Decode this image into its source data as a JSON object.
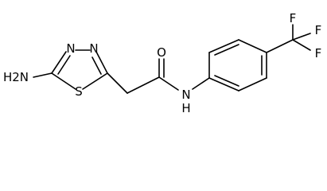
{
  "molecule": {
    "atoms": {
      "amine_n": "H2N",
      "ring_n1": "N",
      "ring_n2": "N",
      "ring_s": "S",
      "carbonyl_o": "O",
      "amide_n": "N",
      "amide_h": "H",
      "fluorine_top": "F",
      "fluorine_mid": "F",
      "fluorine_bottom": "F"
    }
  }
}
